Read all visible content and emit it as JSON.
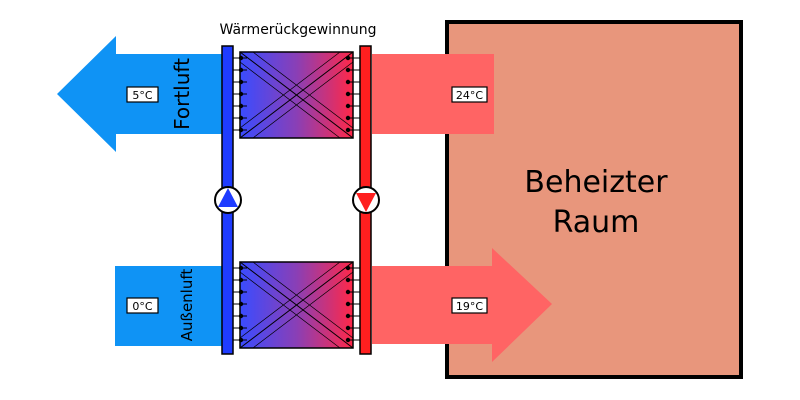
{
  "diagram": {
    "title": "Wärmerückgewinnung",
    "room": {
      "line1": "Beheizter",
      "line2": "Raum"
    },
    "exhaust": {
      "label": "Fortluft",
      "temp": "5°C"
    },
    "outdoor": {
      "label": "Außenluft",
      "temp": "0°C"
    },
    "room_exhaust_temp": "24°C",
    "supply_temp": "19°C"
  },
  "colors": {
    "cold_air": "#0f93f5",
    "warm_air": "#ff6464",
    "room_fill": "#e8967c",
    "cold_pipe": "#1f3cff",
    "warm_pipe": "#ff1f1f"
  }
}
